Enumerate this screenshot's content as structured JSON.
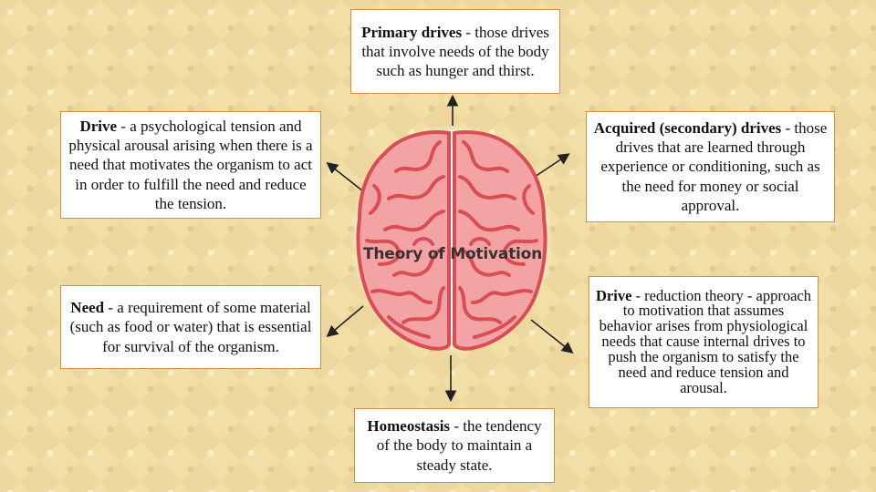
{
  "center": {
    "title": "Theory of Motivation"
  },
  "boxes": {
    "primary": {
      "term": "Primary drives",
      "text": " - those drives that involve needs of the body such as hunger and thirst."
    },
    "drive": {
      "term": "Drive",
      "text": " - a psychological tension and physical arousal arising when there is a need that motivates the organism to act in order to fulfill the need and reduce the tension."
    },
    "acquired": {
      "term": "Acquired (secondary) drives",
      "text": " - those drives that are learned through experience or conditioning, such as the need for money or social approval."
    },
    "need": {
      "term": "Need",
      "text": " - a requirement of some material (such as food or water) that is essential for survival of the organism."
    },
    "reduction": {
      "term": "Drive",
      "text": " - reduction theory - approach to motivation that assumes behavior arises from physiological needs that cause internal drives to push the organism to satisfy the need and reduce tension and arousal."
    },
    "homeo": {
      "term": "Homeostasis",
      "text": " - the tendency of the body to maintain a steady state."
    }
  },
  "colors": {
    "box_border": "#d98c4a",
    "brain": "#e8777c",
    "brain_outline": "#c94a52",
    "arrow": "#222222"
  }
}
